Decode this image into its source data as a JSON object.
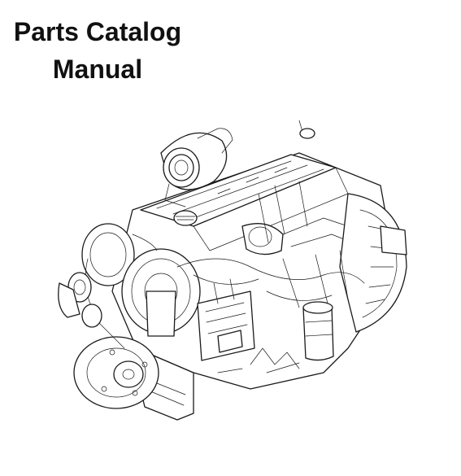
{
  "document": {
    "title_lines": [
      "Parts Catalog",
      "Manual"
    ]
  },
  "illustration": {
    "subject": "engine-line-drawing",
    "stroke_color": "#1a1a1a",
    "background": "#ffffff"
  }
}
